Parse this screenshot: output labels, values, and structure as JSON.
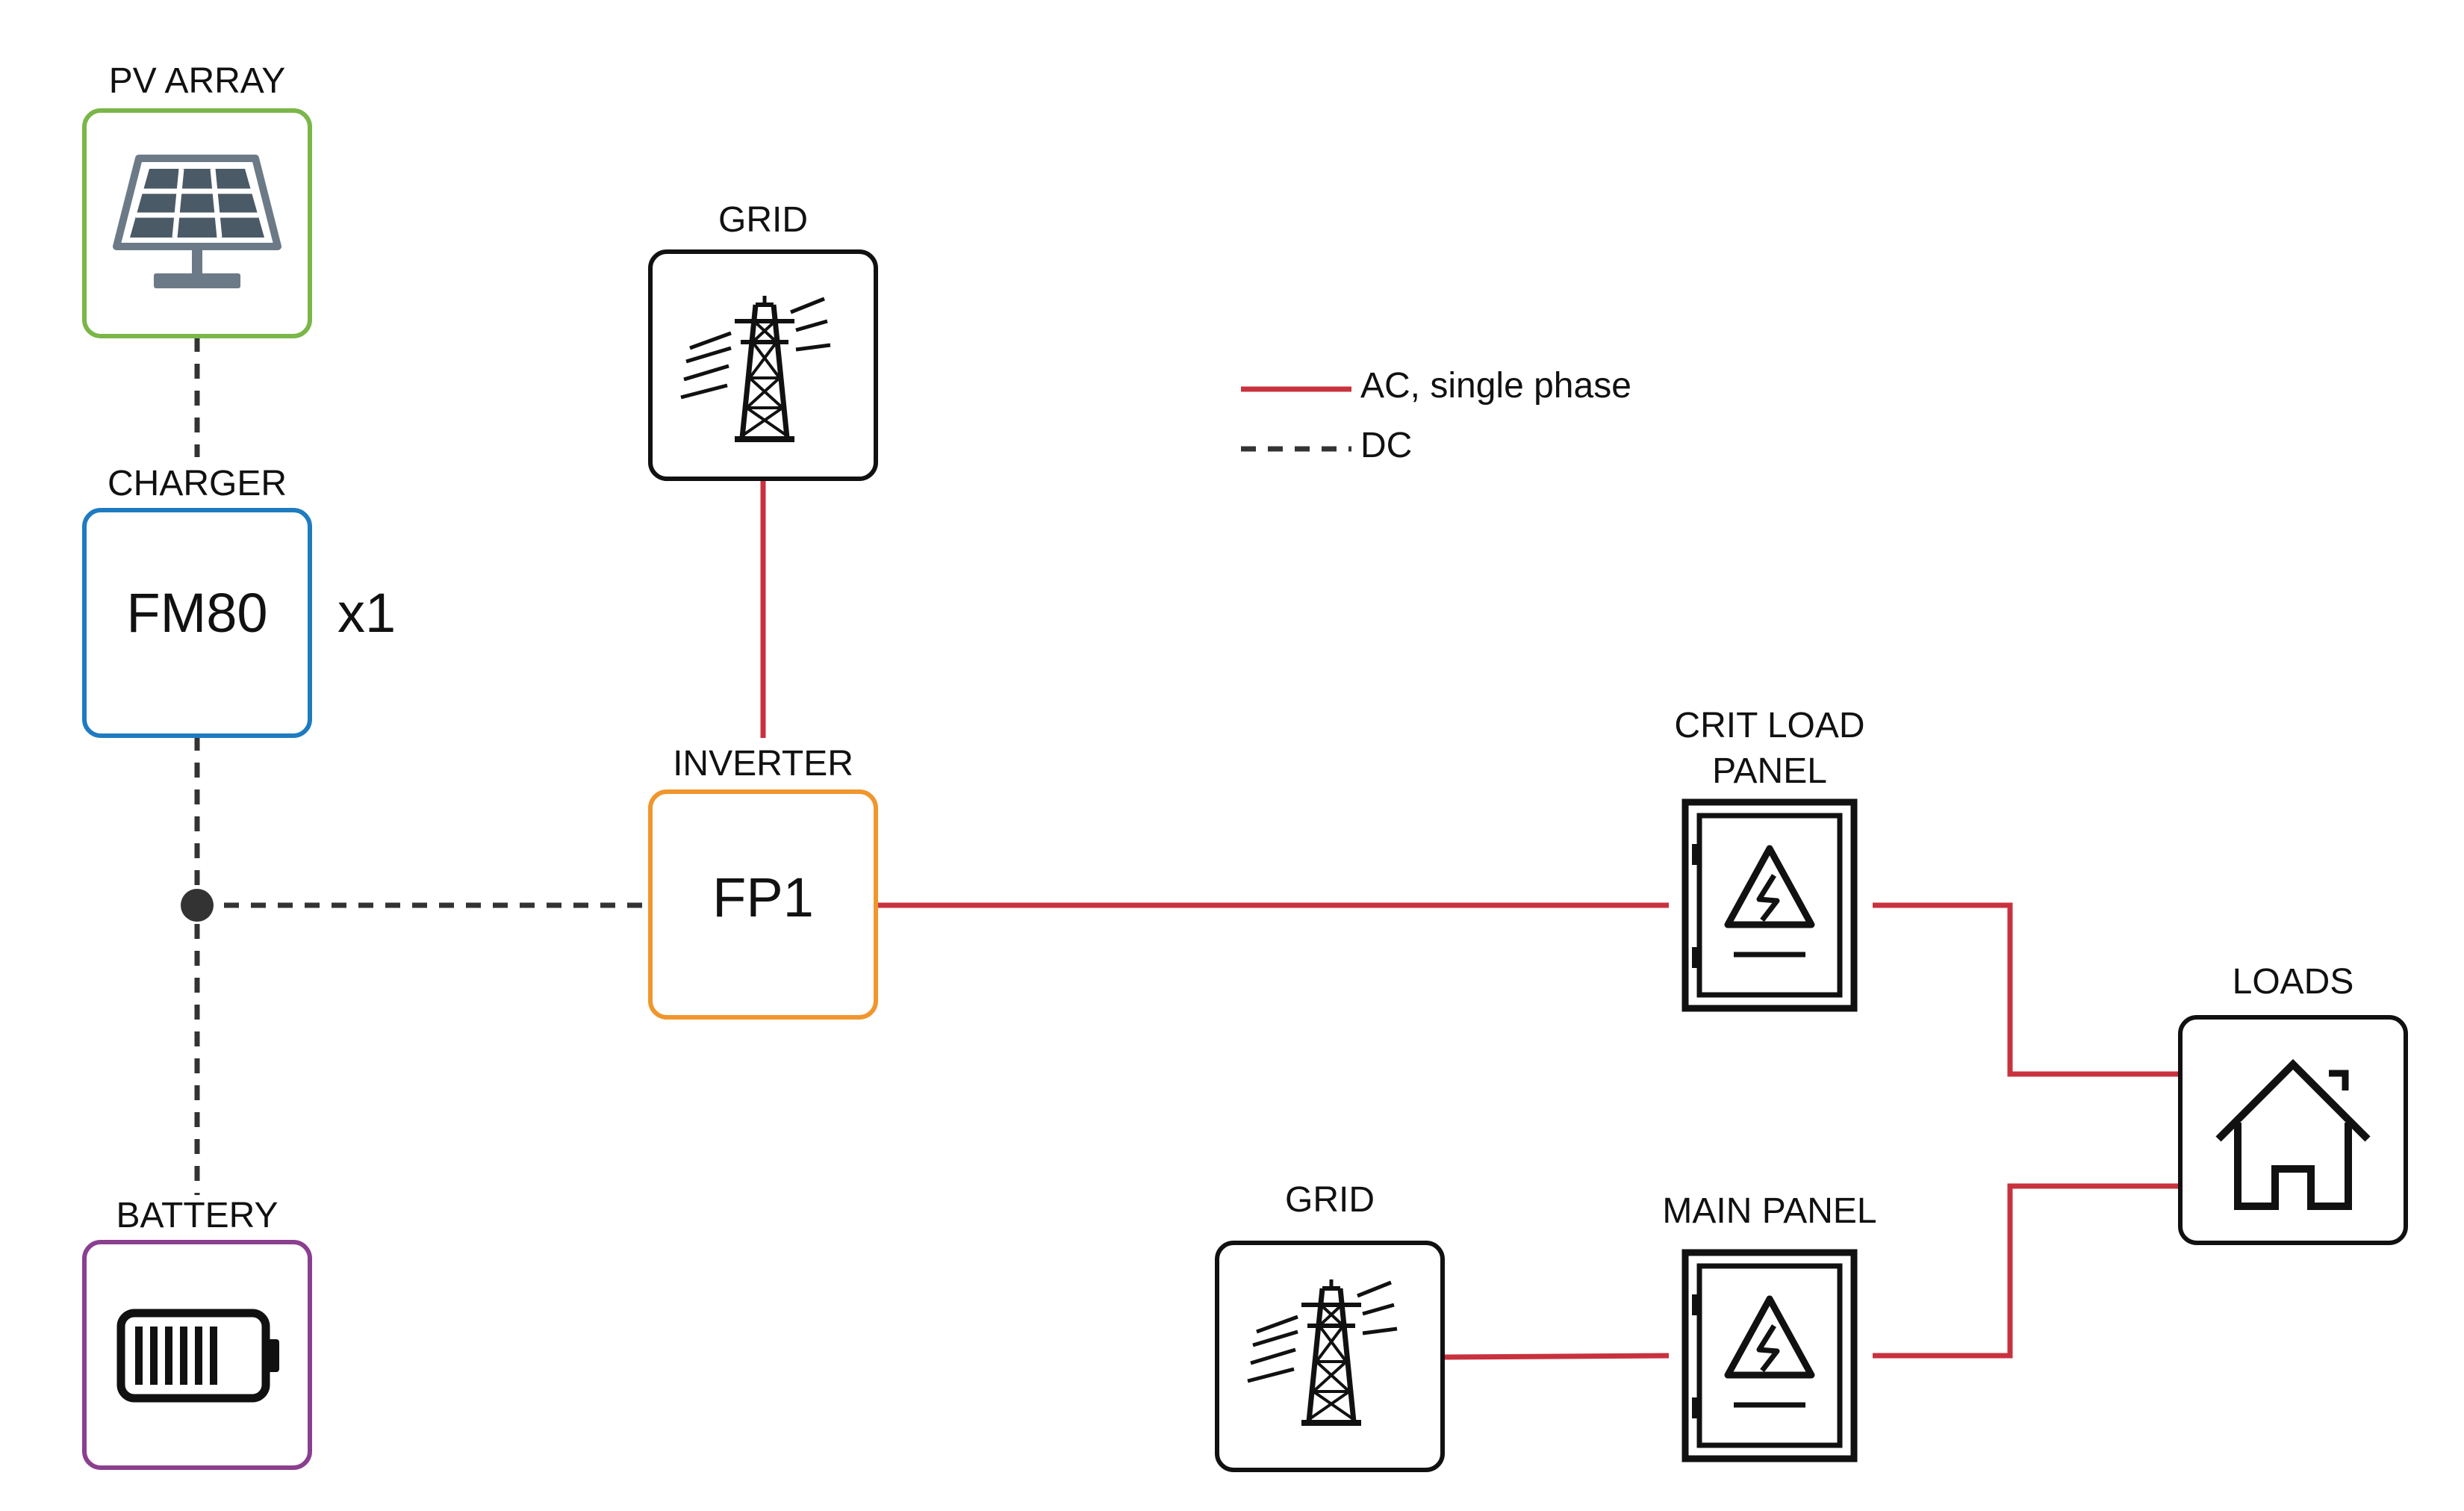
{
  "colors": {
    "ac_wire": "#c8323e",
    "dc_wire": "#333333",
    "pv_border": "#7ab648",
    "charger_border": "#1f7bc1",
    "inverter_border": "#f0962c",
    "battery_border": "#8a3f8f",
    "neutral_border": "#111111"
  },
  "legend": {
    "ac_label": "AC, single phase",
    "dc_label": "DC"
  },
  "nodes": {
    "pv_array": {
      "label": "PV ARRAY",
      "icon": "solar-panel-icon"
    },
    "charger": {
      "label": "CHARGER",
      "model": "FM80",
      "quantity": "x1"
    },
    "battery": {
      "label": "BATTERY",
      "icon": "battery-icon"
    },
    "inverter": {
      "label": "INVERTER",
      "model": "FP1"
    },
    "grid_top": {
      "label": "GRID",
      "icon": "power-tower-icon"
    },
    "grid_bottom": {
      "label": "GRID",
      "icon": "power-tower-icon"
    },
    "crit_load_panel": {
      "label_line1": "CRIT LOAD",
      "label_line2": "PANEL",
      "icon": "electrical-panel-icon"
    },
    "main_panel": {
      "label": "MAIN PANEL",
      "icon": "electrical-panel-icon"
    },
    "loads": {
      "label": "LOADS",
      "icon": "house-icon"
    }
  }
}
